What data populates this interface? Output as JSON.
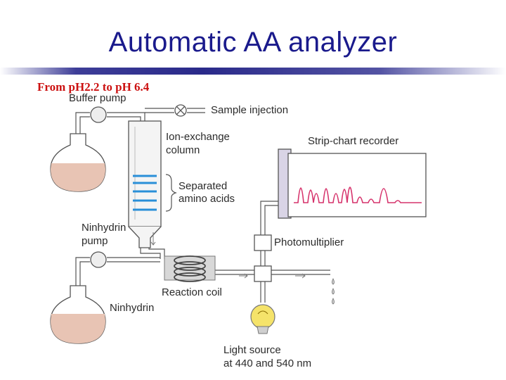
{
  "title": "Automatic AA analyzer",
  "subtitle": "From pH2.2 to pH 6.4",
  "diagram": {
    "labels": {
      "buffer_pump": "Buffer pump",
      "sample_injection": "Sample injection",
      "column_line1": "Ion-exchange",
      "column_line2": "column",
      "separated_line1": "Separated",
      "separated_line2": "amino acids",
      "strip_chart": "Strip-chart recorder",
      "ninhydrin_pump_line1": "Ninhydrin",
      "ninhydrin_pump_line2": "pump",
      "photomultiplier": "Photomultiplier",
      "reaction_coil": "Reaction coil",
      "ninhydrin": "Ninhydrin",
      "light_line1": "Light source",
      "light_line2": "at 440 and 540 nm"
    },
    "colors": {
      "buffer_fill": "#e8c4b4",
      "band_blue": "#2a8fd8",
      "trace_pink": "#d6336c",
      "bulb_yellow": "#f5e36a",
      "recorder_gray": "#d9d4e6",
      "tube_gray": "#bfbfbf"
    }
  }
}
